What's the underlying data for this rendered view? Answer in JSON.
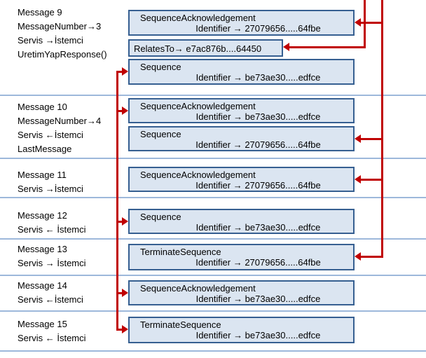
{
  "colors": {
    "connector_red": "#c00000",
    "box_border": "#365f91",
    "box_fill": "#dbe5f1",
    "divider_blue": "#9db8db",
    "text": "#000000"
  },
  "rows": [
    {
      "lines": [
        "Message 9",
        "MessageNumber→3",
        "Servis →İstemci",
        "UretimYapResponse()"
      ]
    },
    {
      "lines": [
        "Message 10",
        "MessageNumber→4",
        "Servis ←İstemci",
        "LastMessage"
      ]
    },
    {
      "lines": [
        "Message 11",
        "Servis →İstemci"
      ]
    },
    {
      "lines": [
        "Message 12",
        "Servis ← İstemci"
      ]
    },
    {
      "lines": [
        "Message 13",
        "Servis → İstemci"
      ]
    },
    {
      "lines": [
        "Message 14",
        "Servis ←İstemci"
      ]
    },
    {
      "lines": [
        "Message 15",
        "Servis ← İstemci"
      ]
    }
  ],
  "boxes": [
    {
      "title": "SequenceAcknowledgement",
      "value": "Identifier → 27079656.....64fbe"
    },
    {
      "title": "RelatesTo→ e7ac876b....64450",
      "value": ""
    },
    {
      "title": "Sequence",
      "value": "Identifier → be73ae30.....edfce"
    },
    {
      "title": "SequenceAcknowledgement",
      "value": "Identifier → be73ae30.....edfce"
    },
    {
      "title": "Sequence",
      "value": "Identifier → 27079656.....64fbe"
    },
    {
      "title": "SequenceAcknowledgement",
      "value": "Identifier → 27079656.....64fbe"
    },
    {
      "title": "Sequence",
      "value": "Identifier → be73ae30.....edfce"
    },
    {
      "title": "TerminateSequence",
      "value": "Identifier → 27079656.....64fbe"
    },
    {
      "title": "SequenceAcknowledgement",
      "value": "Identifier → be73ae30.....edfce"
    },
    {
      "title": "TerminateSequence",
      "value": "Identifier → be73ae30.....edfce"
    }
  ]
}
